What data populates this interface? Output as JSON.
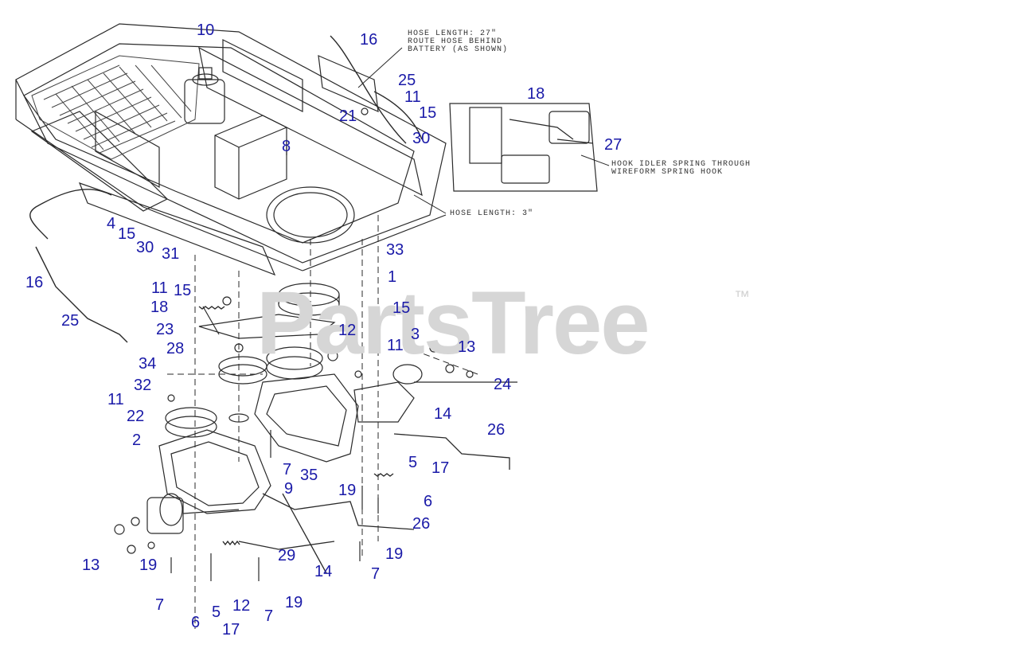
{
  "colors": {
    "callout": "#1a1aa8",
    "linework": "#2a2a2a",
    "watermark": "#d6d6d6"
  },
  "watermark": {
    "brand": "PartsTree",
    "trademark": "™"
  },
  "notes": {
    "hose_behind_battery": "HOSE LENGTH: 27\"\nROUTE HOSE BEHIND\nBATTERY (AS SHOWN)",
    "hose_length_3": "HOSE LENGTH: 3\"",
    "hook_idler_spring": "HOOK IDLER SPRING THROUGH\nWIREFORM SPRING HOOK"
  },
  "callouts": [
    "10",
    "16",
    "25",
    "11",
    "15",
    "21",
    "30",
    "8",
    "18",
    "27",
    "4",
    "15",
    "30",
    "31",
    "16",
    "25",
    "11",
    "15",
    "18",
    "23",
    "28",
    "34",
    "33",
    "1",
    "15",
    "12",
    "11",
    "3",
    "13",
    "24",
    "32",
    "11",
    "22",
    "2",
    "14",
    "26",
    "7",
    "35",
    "9",
    "19",
    "5",
    "17",
    "6",
    "26",
    "29",
    "14",
    "13",
    "19",
    "19",
    "7",
    "7",
    "6",
    "5",
    "17",
    "12",
    "7",
    "19"
  ]
}
